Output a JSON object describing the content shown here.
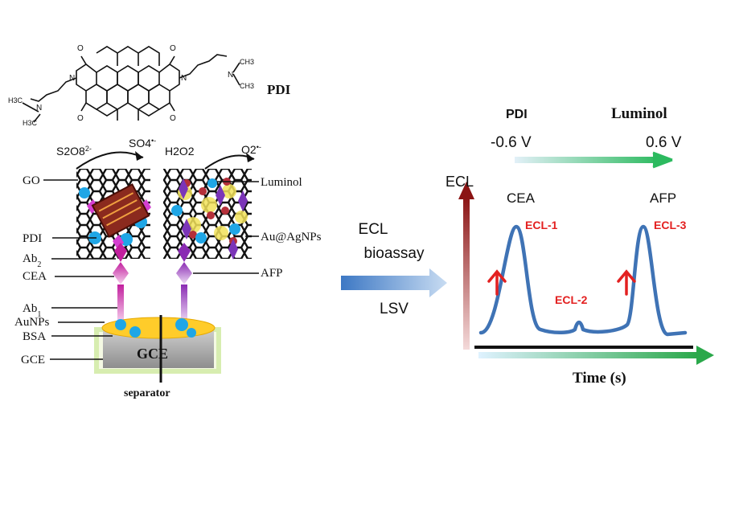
{
  "molecule": {
    "name": "PDI",
    "groups": {
      "ch3": "CH3",
      "n": "N",
      "o": "O",
      "h3c": "H3C"
    }
  },
  "electrode": {
    "species_left": "S2O8",
    "species_left_charge": "2-",
    "product_left": "SO4",
    "product_left_charge": "•-",
    "species_right": "H2O2",
    "product_right": "O2",
    "product_right_charge": "•-",
    "labels": {
      "go": "GO",
      "pdi": "PDI",
      "ab2": "Ab",
      "cea": "CEA",
      "ab1": "Ab",
      "aunps": "AuNPs",
      "bsa": "BSA",
      "gce_side": "GCE",
      "gce_body": "GCE",
      "separator": "separator",
      "luminol": "Luminol",
      "auag": "Au@AgNPs",
      "afp": "AFP"
    }
  },
  "process_arrow": {
    "top": "ECL",
    "middle": "bioassay",
    "bottom": "LSV"
  },
  "chart_data": {
    "type": "line",
    "ylabel": "ECL",
    "xlabel": "Time (s)",
    "potentials": [
      {
        "name": "PDI",
        "value": "-0.6 V"
      },
      {
        "name": "Luminol",
        "value": "0.6 V"
      }
    ],
    "peaks": [
      {
        "label": "ECL-1",
        "analyte": "CEA",
        "relative_height": 1.0
      },
      {
        "label": "ECL-2",
        "analyte": "",
        "relative_height": 0.12
      },
      {
        "label": "ECL-3",
        "analyte": "AFP",
        "relative_height": 1.0
      }
    ],
    "colors": {
      "curve": "#3f73b5",
      "peak_label": "#e32020",
      "axis_y": "#8b1414",
      "axis_x": "#2aa84a"
    }
  }
}
